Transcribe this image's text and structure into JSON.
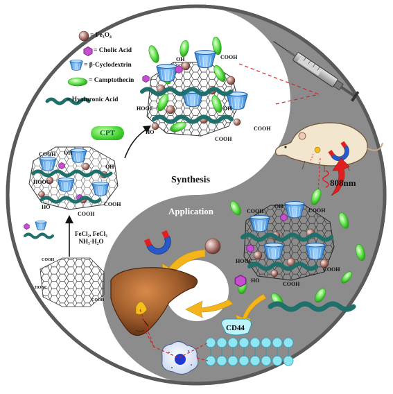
{
  "legend": {
    "fe3o4": "= Fe₃O₄",
    "cholic_acid": "= Cholic Acid",
    "beta_cyclodextrin": "= β-Cyclodextrin",
    "camptothecin": "= Camptothecin",
    "hyaluronic_acid": "= Hyaluronic Acid"
  },
  "labels": {
    "synthesis": "Synthesis",
    "application": "Application",
    "cpt": "CPT",
    "wavelength": "808nm",
    "receptor": "CD44",
    "reagents_line1": "FeCl₂, FeCl₃",
    "reagents_line2": "NH₃·H₂O",
    "cooh": "COOH",
    "hooc": "HOOC",
    "oh": "OH",
    "ho": "HO"
  },
  "colors": {
    "yang_white": "#ffffff",
    "yin_gray": "#8c8c8c",
    "border": "#5a5a5a",
    "cyclodextrin": "#4aa3e8",
    "cholic_acid": "#c64fd0",
    "camptothecin": "#5fe04a",
    "fe3o4": "#8a5a52",
    "hyaluronic_acid": "#1f6f6a",
    "liver": "#9b5a2a",
    "arrow_yellow": "#f3b51b",
    "laser_red": "#e02020",
    "dashed_red": "#d62020"
  },
  "icons": [
    "syringe-icon",
    "mouse-icon",
    "magnet-icon",
    "liver-icon",
    "tumor-cell-icon",
    "laser-arrow-icon"
  ]
}
